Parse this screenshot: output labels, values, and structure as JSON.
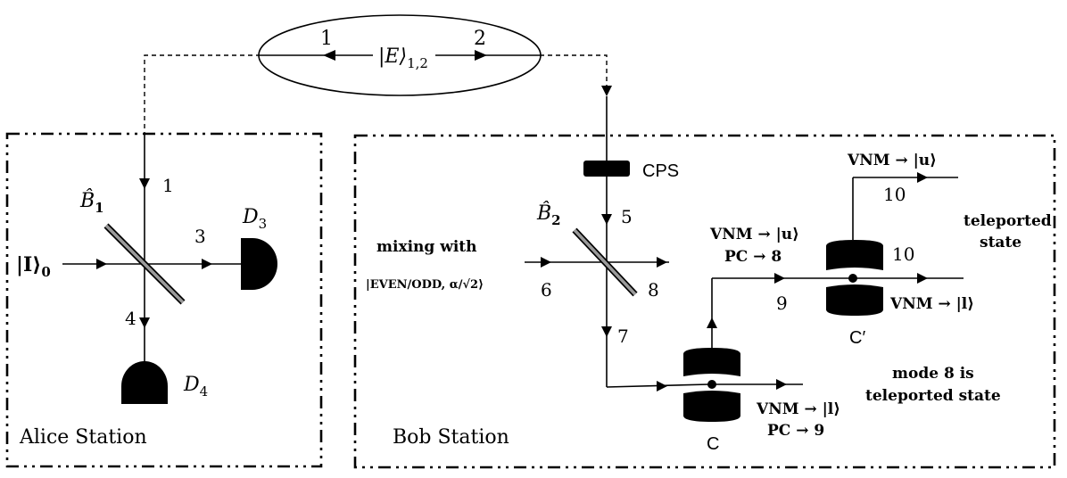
{
  "source": {
    "state_label": "|E⟩",
    "state_subscript": "1,2",
    "mode_left": "1",
    "mode_right": "2"
  },
  "alice": {
    "station_label": "Alice Station",
    "beamsplitter": "B̂",
    "beamsplitter_sub": "1",
    "input_state": "|I⟩",
    "input_sub": "0",
    "mode_1": "1",
    "mode_3": "3",
    "mode_4": "4",
    "detector_3": "D",
    "detector_3_sub": "3",
    "detector_4": "D",
    "detector_4_sub": "4"
  },
  "bob": {
    "station_label": "Bob Station",
    "cps_label": "CPS",
    "beamsplitter": "B̂",
    "beamsplitter_sub": "2",
    "mixing_line1": "mixing with",
    "mixing_line2": "|EVEN/ODD, α/√2⟩",
    "mode_5": "5",
    "mode_6": "6",
    "mode_7": "7",
    "mode_8": "8",
    "mode_9": "9",
    "mode_10_top": "10",
    "mode_10_mid": "10",
    "cavity_c": "C",
    "cavity_c_prime": "C′",
    "vnm_u_top": "VNM → |u⟩",
    "vnm_u_mid": "VNM → |u⟩",
    "pc_8": "PC → 8",
    "vnm_l_right": "VNM → |l⟩",
    "vnm_l_bottom": "VNM → |l⟩",
    "pc_9": "PC → 9",
    "teleported_line1": "teleported",
    "teleported_line2": "state",
    "mode8_line1": "mode 8 is",
    "mode8_line2": "teleported state"
  }
}
